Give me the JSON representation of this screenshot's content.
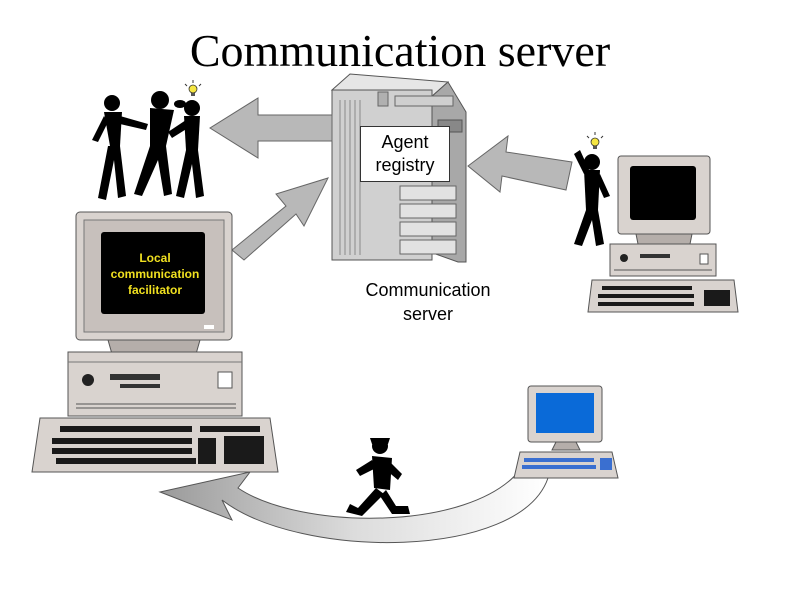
{
  "title": "Communication server",
  "server_caption": [
    "Communication",
    "server"
  ],
  "registry_label": [
    "Agent",
    "registry"
  ],
  "local_screen_text": [
    "Local",
    "communication",
    "facilitator"
  ],
  "colors": {
    "arrow_fill": "#b8b8b8",
    "arrow_stroke": "#666666",
    "computer_beige": "#d9d3cf",
    "server_gray": "#d0d0d0",
    "screen_black": "#000000",
    "screen_blue": "#0a6ad8",
    "screen_label": "#f0e020"
  },
  "icons": {
    "people": "talking-people-icon",
    "idea": "lightbulb-icon",
    "runner": "running-person-icon"
  }
}
